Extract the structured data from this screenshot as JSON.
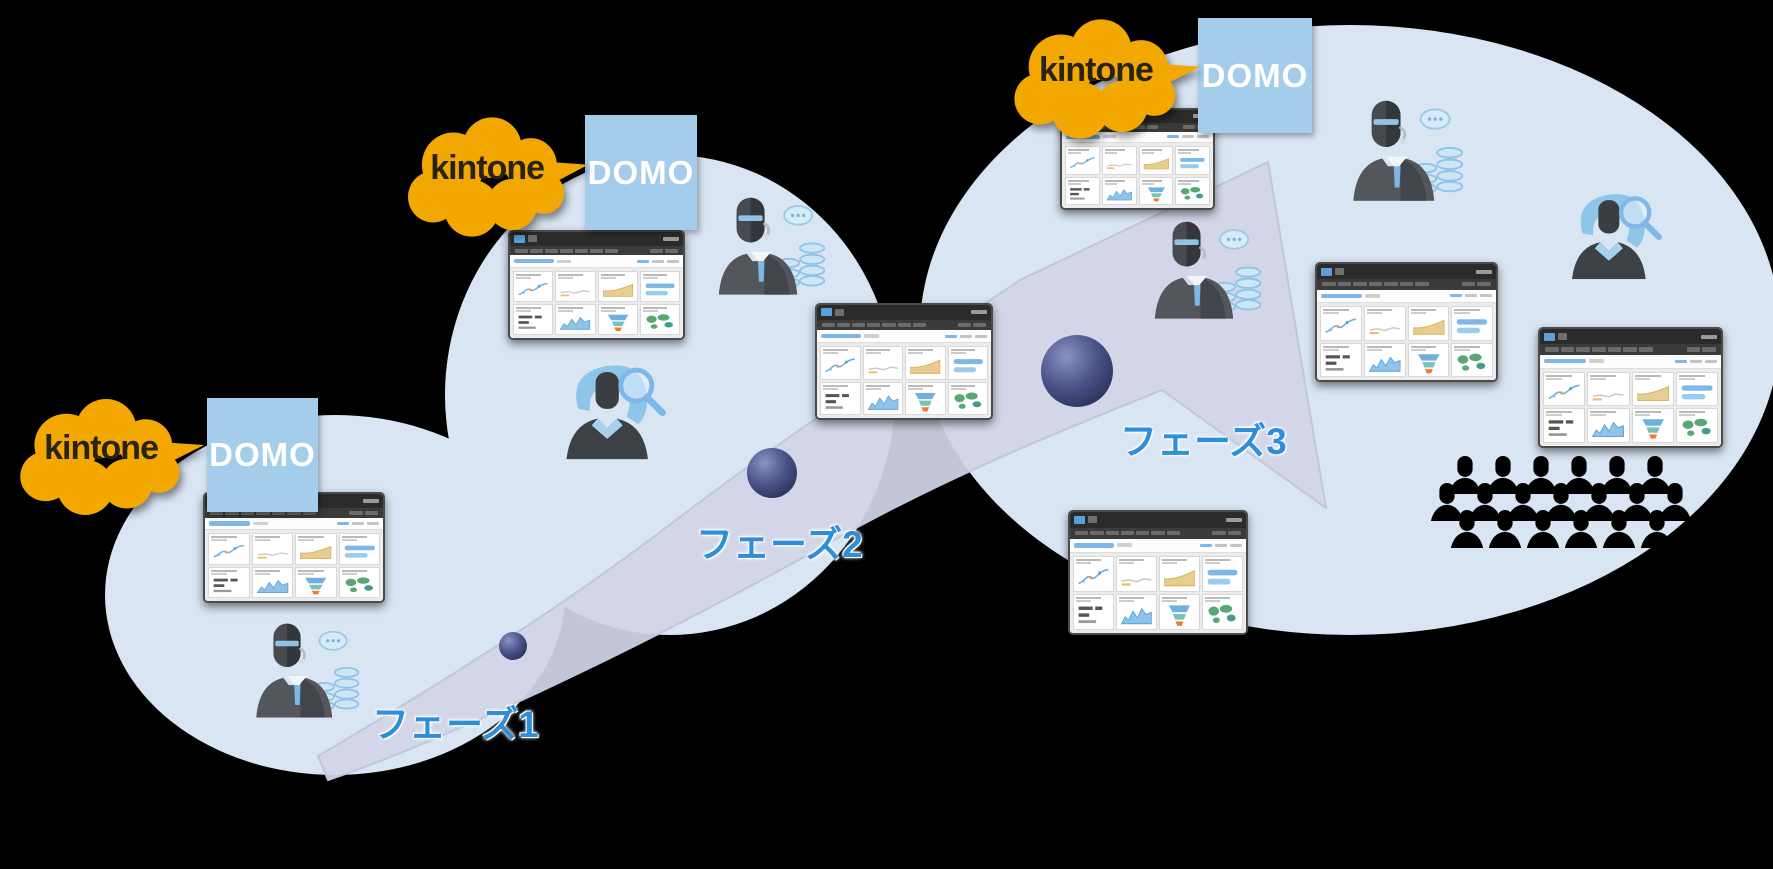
{
  "diagram": {
    "description": "kintone x DOMO three-phase rollout diagram",
    "phases": [
      {
        "label": "フェーズ1"
      },
      {
        "label": "フェーズ2"
      },
      {
        "label": "フェーズ3"
      }
    ]
  },
  "logos": {
    "kintone": {
      "text": "kintone",
      "bubble_color": "#F2A800",
      "text_color": "#2A2315"
    },
    "domo": {
      "text": "DOMO",
      "bg_color": "#A3CDEB",
      "text_color": "#FFFFFF"
    }
  },
  "colors": {
    "background": "#000000",
    "ellipse": "#D9E5F3",
    "arrow": "#D2D5E6",
    "arrow-edge": "#C2C6DB",
    "sphere-light": "#8A93C2",
    "sphere-mid": "#4A5288",
    "sphere-dark": "#2B3055",
    "phase-label": "#2F8ED8",
    "kintone-bg": "#F2A800",
    "kintone-text": "#2A2315",
    "domo-bg": "#A3CDEB",
    "domo-text": "#FFFFFF",
    "chrome-dark": "#2B2B2B",
    "icon-blue": "#8EC6EA",
    "icon-dark": "#3C4045",
    "chart-blue": "#6FB1E2",
    "chart-tan": "#E8CD92",
    "chart-orange": "#EF7D30",
    "chart-teal": "#79C2BC",
    "chart-green": "#57A873"
  },
  "icons": {
    "kintone_cloud": "speech-cloud-icon",
    "domo_square": "domo-logo-square",
    "dashboard": "browser-dashboard-window",
    "businessman": "person-headset-glasses-icon",
    "analyst_woman": "person-magnifier-icon",
    "database_stack": "cylinder-coin-stack-icon",
    "speech_bubble": "ellipsis-bubble-icon",
    "milestone": "sphere-marker",
    "crowd": "people-group-icon"
  },
  "crowd": {
    "rows": [
      6,
      7,
      6
    ]
  }
}
